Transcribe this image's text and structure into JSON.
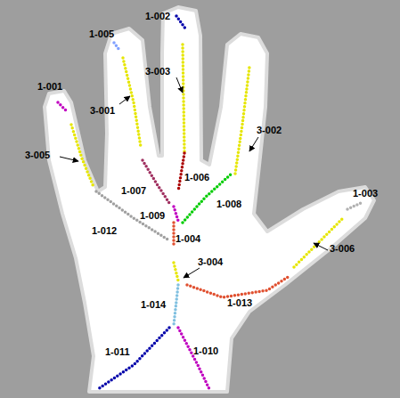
{
  "diagram": {
    "labels": [
      "1-002",
      "1-005",
      "3-003",
      "1-001",
      "3-001",
      "3-002",
      "3-005",
      "1-006",
      "1-007",
      "1-008",
      "1-009",
      "1-003",
      "1-012",
      "1-004",
      "3-006",
      "3-004",
      "1-014",
      "1-013",
      "1-011",
      "1-010"
    ]
  }
}
